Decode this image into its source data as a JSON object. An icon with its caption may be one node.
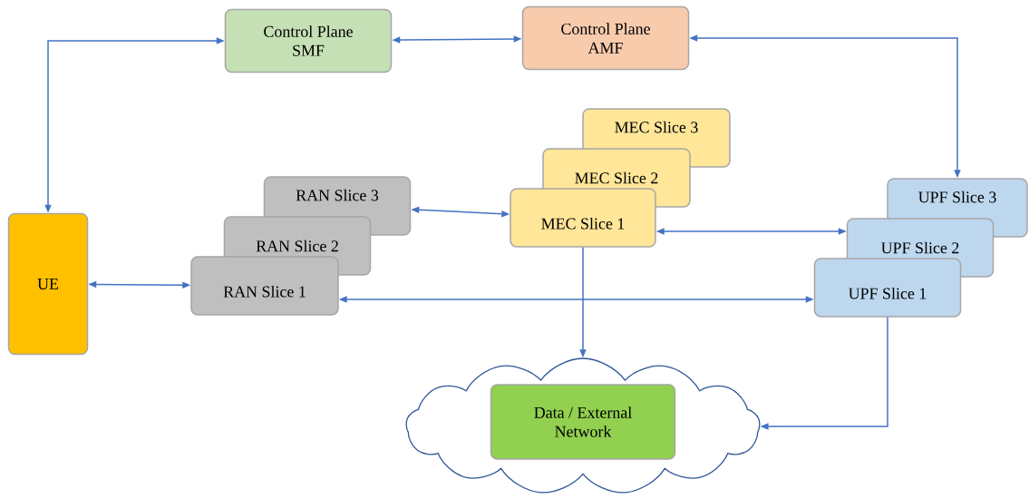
{
  "diagram": {
    "nodes": [
      {
        "text": [
          "Control Plane SMF"
        ]
      },
      {
        "text": [
          "Control Plane AMF"
        ]
      },
      {
        "text": [
          "MEC Slice 3"
        ]
      },
      {
        "text": [
          "MEC Slice 2"
        ]
      },
      {
        "text": [
          "MEC Slice 1"
        ]
      },
      {
        "text": [
          "RAN Slice 3"
        ]
      },
      {
        "text": [
          "UPF Slice 3"
        ]
      },
      {
        "text": [
          "RAN Slice 2"
        ]
      },
      {
        "text": [
          "UPF Slice 2"
        ]
      },
      {
        "text": [
          "UE"
        ]
      },
      {
        "text": [
          "RAN Slice 1"
        ]
      },
      {
        "text": [
          "UPF Slice 1"
        ]
      },
      {
        "text": [],
        "shape": "cloud"
      },
      {
        "text": [
          "Data / External Network"
        ],
        "in": 12
      }
    ],
    "edges": [
      {
        "from": 9,
        "to": 0,
        "arrow": "both"
      },
      {
        "from": 0,
        "to": 1,
        "arrow": "both"
      },
      {
        "from": 1,
        "to": 6,
        "arrow": "both"
      },
      {
        "from": 9,
        "to": 10,
        "arrow": "both"
      },
      {
        "from": 5,
        "to": 4,
        "arrow": "both"
      },
      {
        "from": 4,
        "to": 8,
        "arrow": "both"
      },
      {
        "from": 10,
        "to": 11,
        "arrow": "both"
      },
      {
        "from": 4,
        "to": 12,
        "arrow": "to"
      },
      {
        "from": 11,
        "to": 12,
        "arrow": "to"
      }
    ]
  }
}
